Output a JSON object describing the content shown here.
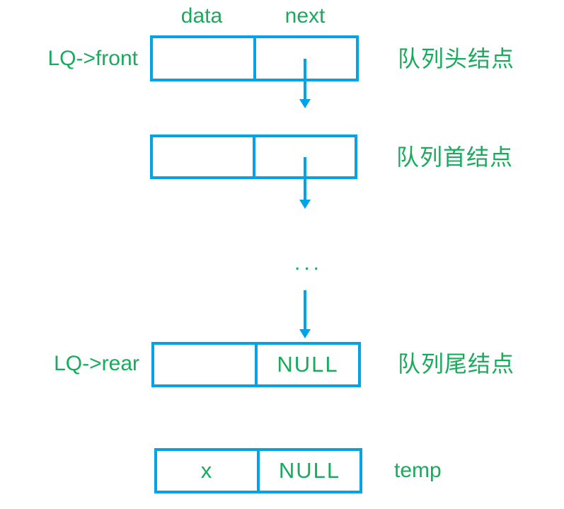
{
  "colors": {
    "accent_blue": "#00A2E8",
    "text_green": "#18AB5C"
  },
  "column_headers": {
    "data": "data",
    "next": "next"
  },
  "nodes": [
    {
      "pointer_label": "LQ->front",
      "data_field": "",
      "next_field": "",
      "side_label": "队列头结点"
    },
    {
      "pointer_label": "",
      "data_field": "",
      "next_field": "",
      "side_label": "队列首结点"
    },
    {
      "pointer_label": "LQ->rear",
      "data_field": "",
      "next_field": "NULL",
      "side_label": "队列尾结点"
    },
    {
      "pointer_label": "",
      "data_field": "x",
      "next_field": "NULL",
      "side_label": "temp"
    }
  ],
  "ellipsis": "..."
}
